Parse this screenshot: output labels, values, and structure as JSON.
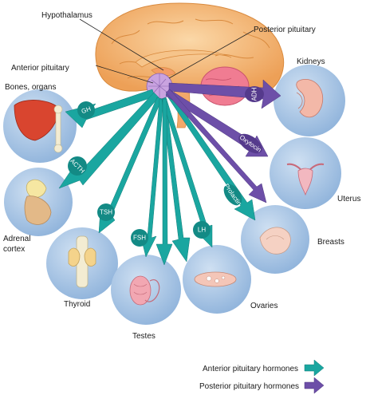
{
  "labels": {
    "hypothalamus": "Hypothalamus",
    "posterior_pituitary": "Posterior pituitary",
    "anterior_pituitary": "Anterior pituitary",
    "bones_organs": "Bones, organs",
    "kidneys": "Kidneys",
    "adrenal_line1": "Adrenal",
    "adrenal_line2": "cortex",
    "thyroid": "Thyroid",
    "testes": "Testes",
    "ovaries": "Ovaries",
    "breasts": "Breasts",
    "uterus": "Uterus"
  },
  "hormones": {
    "gh": "GH",
    "acth": "ACTH",
    "tsh": "TSH",
    "fsh": "FSH",
    "lh": "LH",
    "prolactin": "Prolactin",
    "adh": "ADH",
    "oxytocin": "Oxytocin"
  },
  "legend": {
    "anterior": "Anterior pituitary hormones",
    "posterior": "Posterior pituitary hormones"
  },
  "colors": {
    "anterior_arrow": "#1aa6a0",
    "posterior_arrow": "#6d4fa8",
    "target_circle": "#a9c6e6",
    "brain": "#f4b26a",
    "cerebellum": "#f07c92",
    "pituitary": "#c9a3e0"
  }
}
